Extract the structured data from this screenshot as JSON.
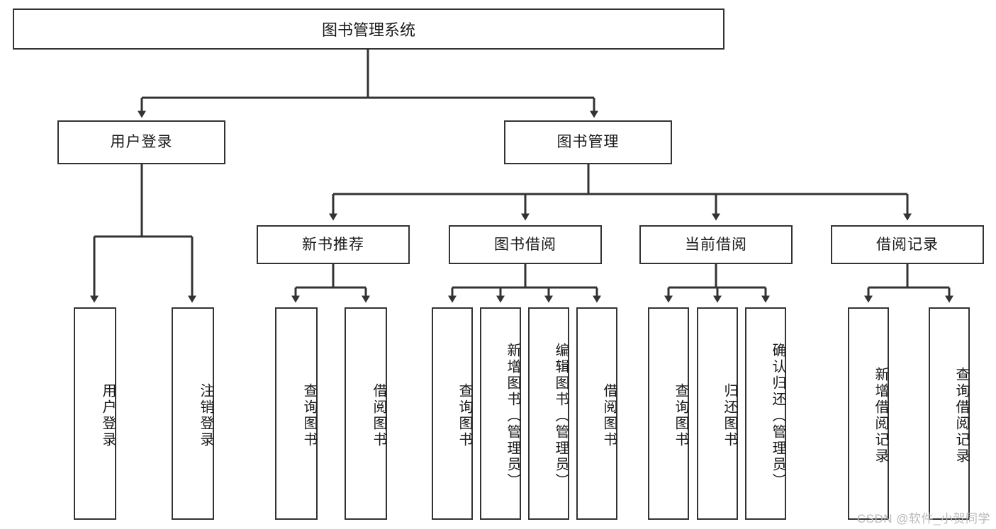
{
  "diagram": {
    "type": "tree-hierarchy",
    "title": "图书管理系统",
    "watermark": "CSDN @软件_小贺同学",
    "colors": {
      "stroke": "#333333",
      "fill": "#ffffff",
      "text": "#1a1a1a",
      "watermark": "#b9b9b9"
    },
    "root": {
      "label": "图书管理系统"
    },
    "level1": [
      {
        "id": "user-login",
        "label": "用户登录"
      },
      {
        "id": "book-manage",
        "label": "图书管理"
      }
    ],
    "level2": [
      {
        "id": "new-book-recommend",
        "label": "新书推荐"
      },
      {
        "id": "book-borrow",
        "label": "图书借阅"
      },
      {
        "id": "current-borrow",
        "label": "当前借阅"
      },
      {
        "id": "borrow-record",
        "label": "借阅记录"
      }
    ],
    "leaves": {
      "user_login": [
        {
          "id": "leaf-user-login",
          "label": "用户登录"
        },
        {
          "id": "leaf-logout-login",
          "label": "注销登录"
        }
      ],
      "new_book_recommend": [
        {
          "id": "leaf-query-book-1",
          "label": "查询图书"
        },
        {
          "id": "leaf-borrow-book-1",
          "label": "借阅图书"
        }
      ],
      "book_borrow": [
        {
          "id": "leaf-query-book-2",
          "label": "查询图书"
        },
        {
          "id": "leaf-add-book",
          "label": "新增图书（管理员）"
        },
        {
          "id": "leaf-edit-book",
          "label": "编辑图书（管理员）"
        },
        {
          "id": "leaf-borrow-book-2",
          "label": "借阅图书"
        }
      ],
      "current_borrow": [
        {
          "id": "leaf-query-book-3",
          "label": "查询图书"
        },
        {
          "id": "leaf-return-book",
          "label": "归还图书"
        },
        {
          "id": "leaf-confirm-return",
          "label": "确认归还（管理员）"
        }
      ],
      "borrow_record": [
        {
          "id": "leaf-add-record",
          "label": "新增借阅记录"
        },
        {
          "id": "leaf-query-record",
          "label": "查询借阅记录"
        }
      ]
    }
  }
}
